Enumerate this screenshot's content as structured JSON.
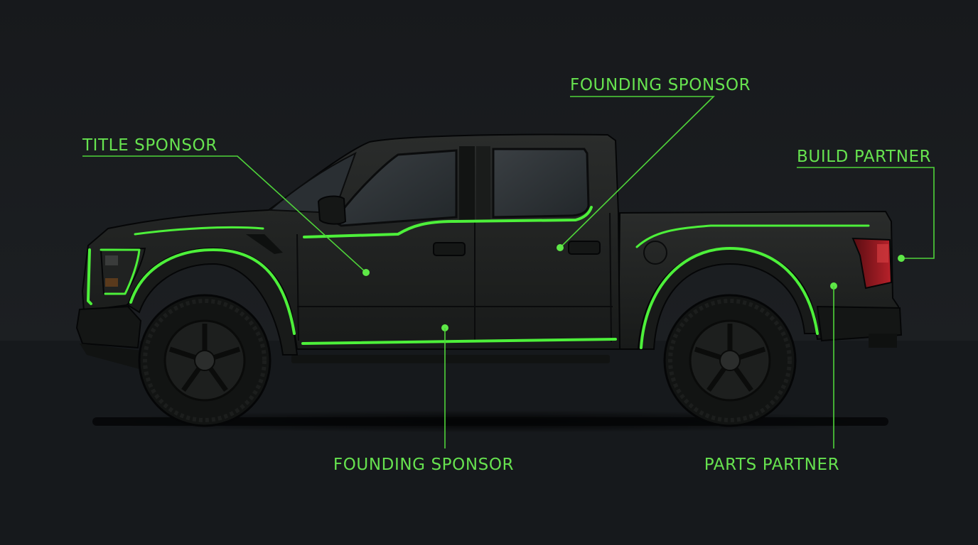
{
  "diagram": {
    "colors": {
      "background_upper": "#1b1e21",
      "background_floor": "#16191c",
      "accent_green": "#4df03a",
      "label_green": "#66e24f",
      "truck_body": "#1f2120",
      "taillight": "#a3141c"
    },
    "callouts": [
      {
        "id": "title-sponsor",
        "label": "TITLE SPONSOR"
      },
      {
        "id": "founding-sponsor-rear-door",
        "label": "FOUNDING SPONSOR"
      },
      {
        "id": "build-partner",
        "label": "BUILD PARTNER"
      },
      {
        "id": "founding-sponsor-rocker",
        "label": "FOUNDING SPONSOR"
      },
      {
        "id": "parts-partner",
        "label": "PARTS PARTNER"
      }
    ]
  }
}
